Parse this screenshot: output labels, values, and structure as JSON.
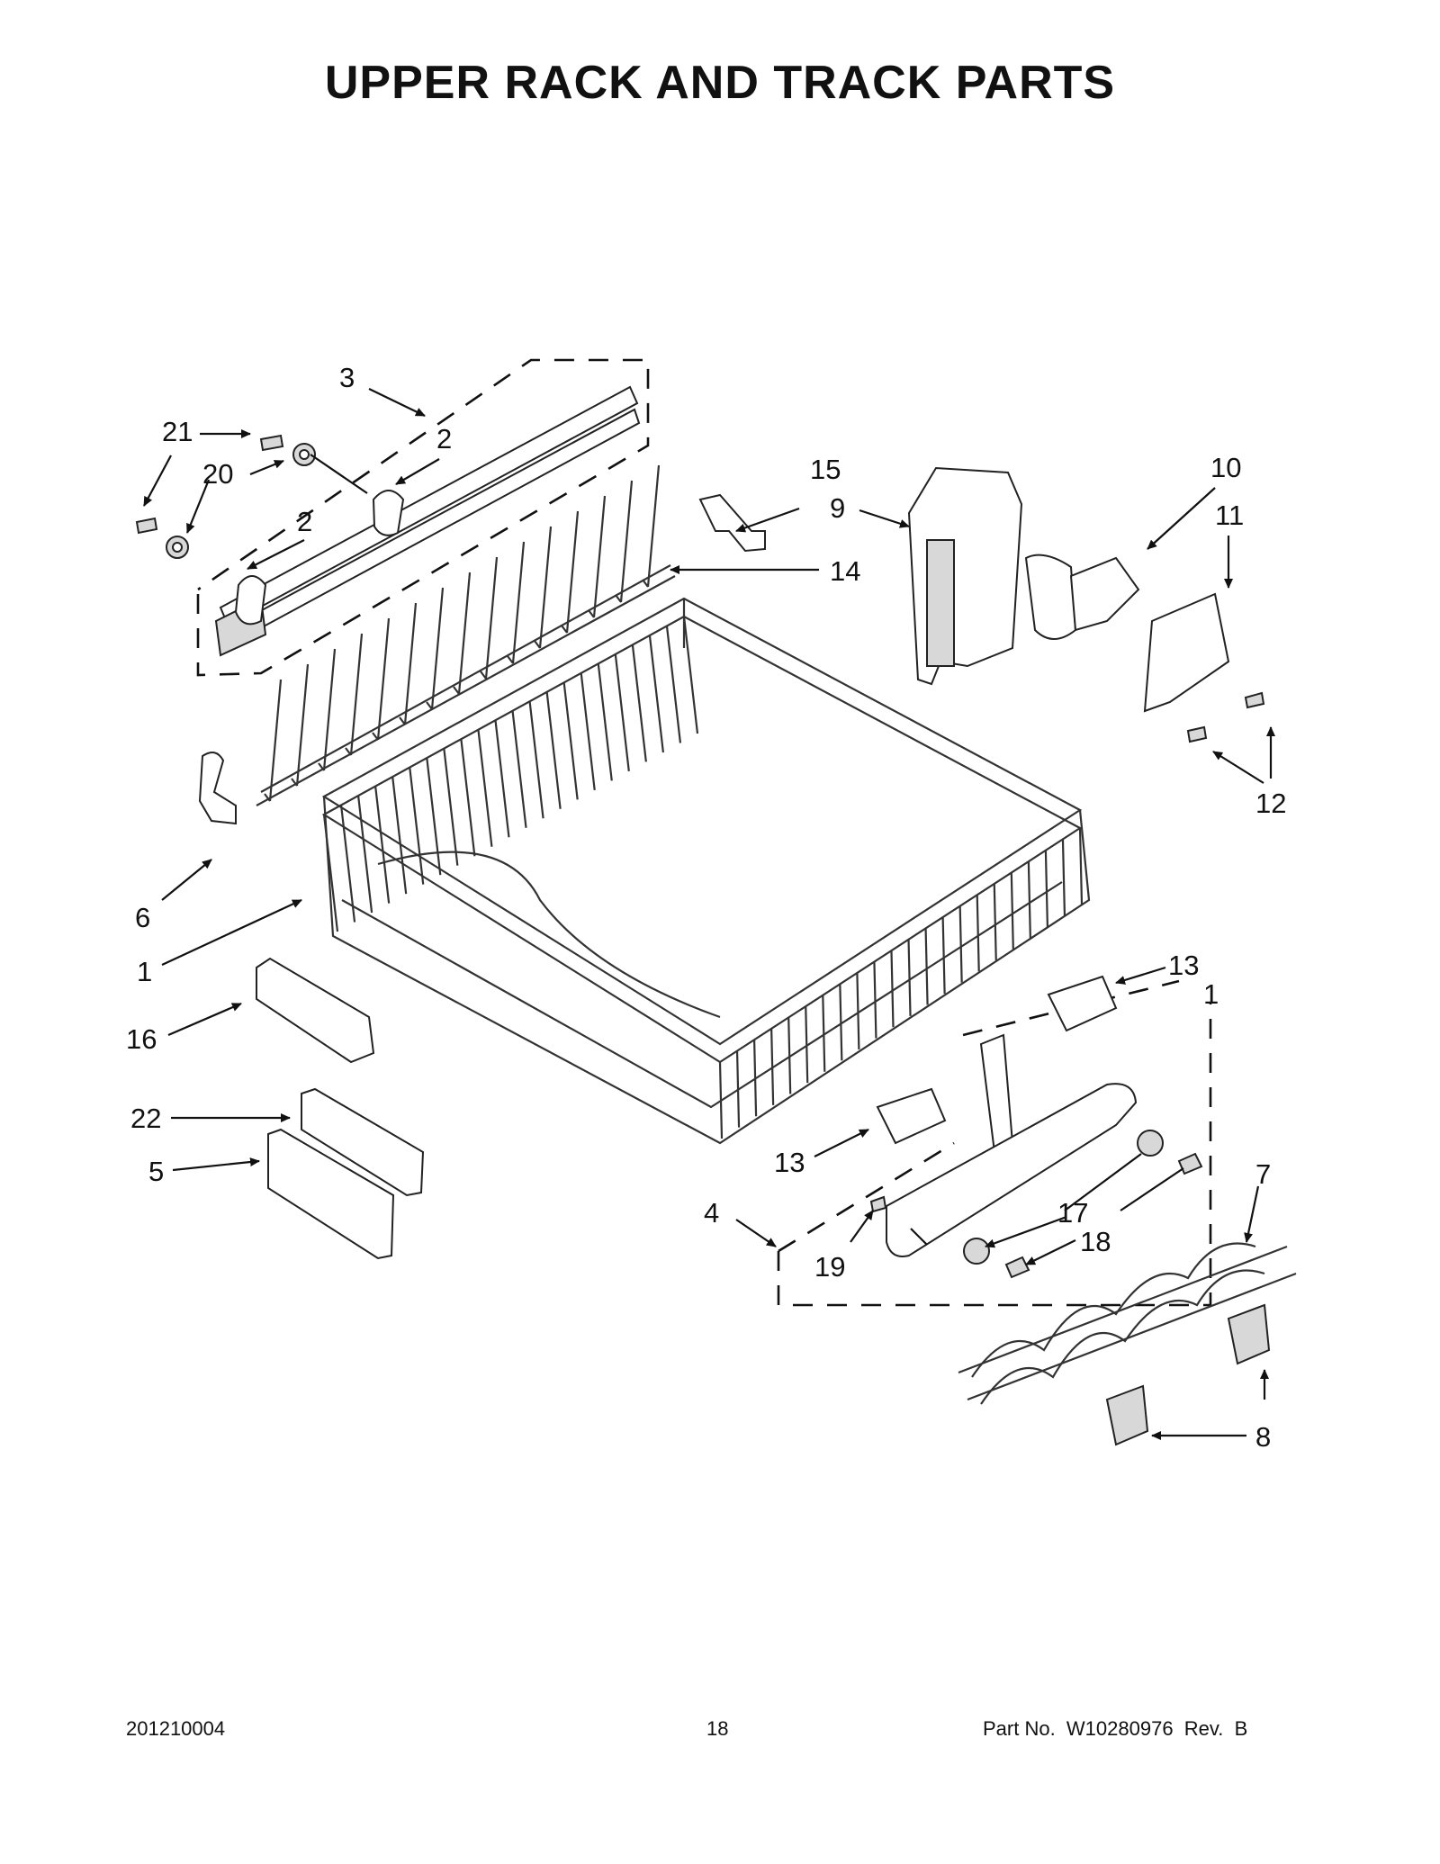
{
  "title": "UPPER RACK AND TRACK PARTS",
  "callouts": {
    "c1a": "1",
    "c1b": "1",
    "c2a": "2",
    "c2b": "2",
    "c3": "3",
    "c4": "4",
    "c5": "5",
    "c6": "6",
    "c7": "7",
    "c8": "8",
    "c9": "9",
    "c10": "10",
    "c11": "11",
    "c12": "12",
    "c13a": "13",
    "c13b": "13",
    "c14": "14",
    "c15": "15",
    "c16": "16",
    "c17": "17",
    "c18": "18",
    "c19": "19",
    "c20": "20",
    "c21": "21",
    "c22": "22"
  },
  "footer": {
    "left": "201210004",
    "center": "18",
    "right": "Part No.  W10280976  Rev.  B"
  }
}
